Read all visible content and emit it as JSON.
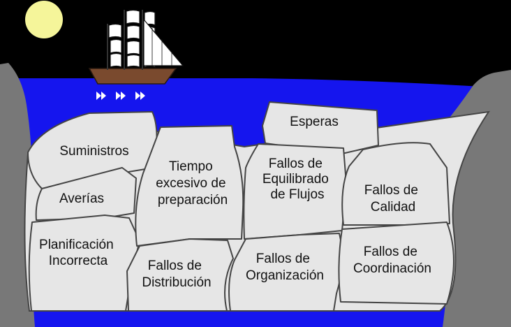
{
  "colors": {
    "background": "#000000",
    "water": "#1515ee",
    "sun": "#f5f59a",
    "cliff": "#787878",
    "rock": "#e6e6e6",
    "ship_hull": "#7a4a2e"
  },
  "icons": [
    "sun-icon",
    "ship-icon",
    "play-arrow-icon"
  ],
  "rocks": {
    "suministros": [
      "Suministros"
    ],
    "averias": [
      "Averías"
    ],
    "planificacion": [
      "Planificación",
      "Incorrecta"
    ],
    "tiempo": [
      "Tiempo",
      "excesivo de",
      "preparación"
    ],
    "esperas": [
      "Esperas"
    ],
    "equilibrado": [
      "Fallos de",
      "Equilibrado",
      "de Flujos"
    ],
    "calidad": [
      "Fallos de",
      "Calidad"
    ],
    "distribucion": [
      "Fallos de",
      "Distribución"
    ],
    "organizacion": [
      "Fallos de",
      "Organización"
    ],
    "coordinacion": [
      "Fallos de",
      "Coordinación"
    ]
  }
}
